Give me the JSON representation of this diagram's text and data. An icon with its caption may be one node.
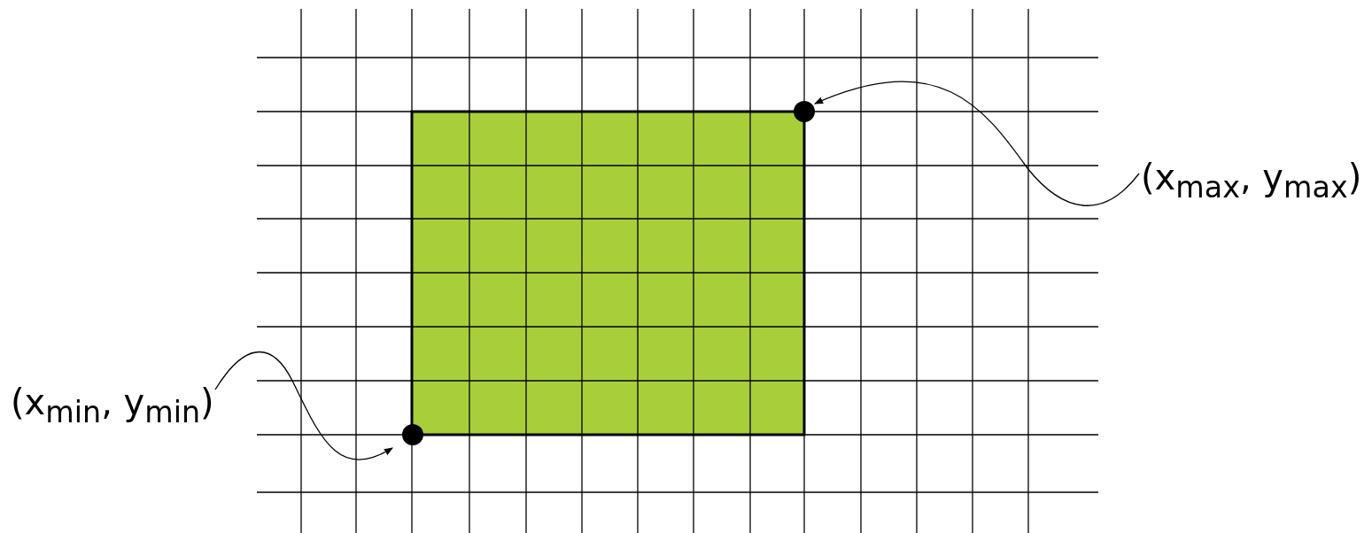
{
  "diagram": {
    "nodes": [
      {
        "text": [
          "(x$_{min}$, y$_{min}$)"
        ]
      },
      {
        "text": [],
        "shape": "circle"
      },
      {
        "text": [
          "(x$_{max}$, y$_{max}$)"
        ]
      },
      {
        "text": [],
        "shape": "circle"
      }
    ],
    "edges": [
      {
        "from": 0,
        "to": 1,
        "arrow": "to"
      },
      {
        "from": 2,
        "to": 3,
        "arrow": "to"
      }
    ]
  }
}
